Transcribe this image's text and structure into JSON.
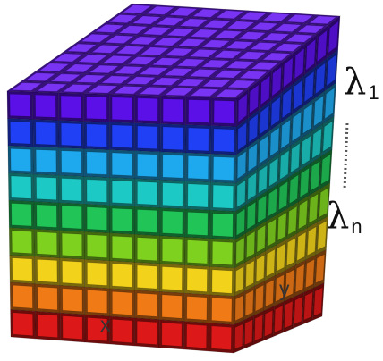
{
  "labels": {
    "lambda_first": "λ",
    "lambda_first_sub": "1",
    "lambda_last": "λ",
    "lambda_last_sub": "n",
    "x_axis": "x",
    "y_axis": "y"
  },
  "cube": {
    "grid": 9,
    "layers": 9,
    "layer_colors_top_to_bottom": [
      "#5a10e6",
      "#2040f5",
      "#1ea8ee",
      "#1cc9c4",
      "#20c457",
      "#7fd11f",
      "#f2d21a",
      "#f07a16",
      "#dc1818"
    ],
    "top_color": "#6a1cf0"
  }
}
